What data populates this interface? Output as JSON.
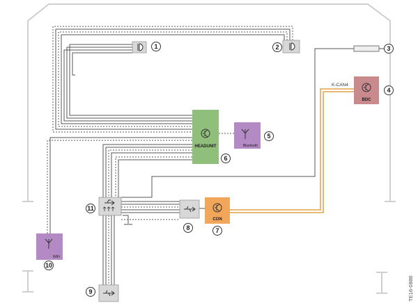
{
  "diagram": {
    "reference": "TE16-0888",
    "bus_label": "K-CAN4",
    "components": {
      "headunit": {
        "label": "HEADUNIT",
        "number": "6",
        "color": "#8fbf7a"
      },
      "bluetooth": {
        "label": "Bluetooth",
        "number": "5",
        "color": "#b48ac4"
      },
      "bdc": {
        "label": "BDC",
        "number": "4",
        "color": "#c98a8e"
      },
      "con": {
        "label": "CON",
        "number": "7",
        "color": "#f2a65a"
      },
      "wifi": {
        "label": "WiFi",
        "number": "10",
        "color": "#b48ac4"
      },
      "usb_hub": {
        "label": "",
        "number": "11"
      },
      "usb_port": {
        "label": "",
        "number": "8"
      },
      "usb_port_lower": {
        "label": "",
        "number": "9"
      },
      "connector": {
        "label": "",
        "number": "3"
      },
      "microphone_left": {
        "label": "",
        "number": "1"
      },
      "microphone_right": {
        "label": "",
        "number": "2"
      }
    },
    "colors": {
      "wire": "#555555",
      "bus": "#e8b060",
      "outline": "#cccccc",
      "neutral_box": "#d8d8d8"
    }
  }
}
